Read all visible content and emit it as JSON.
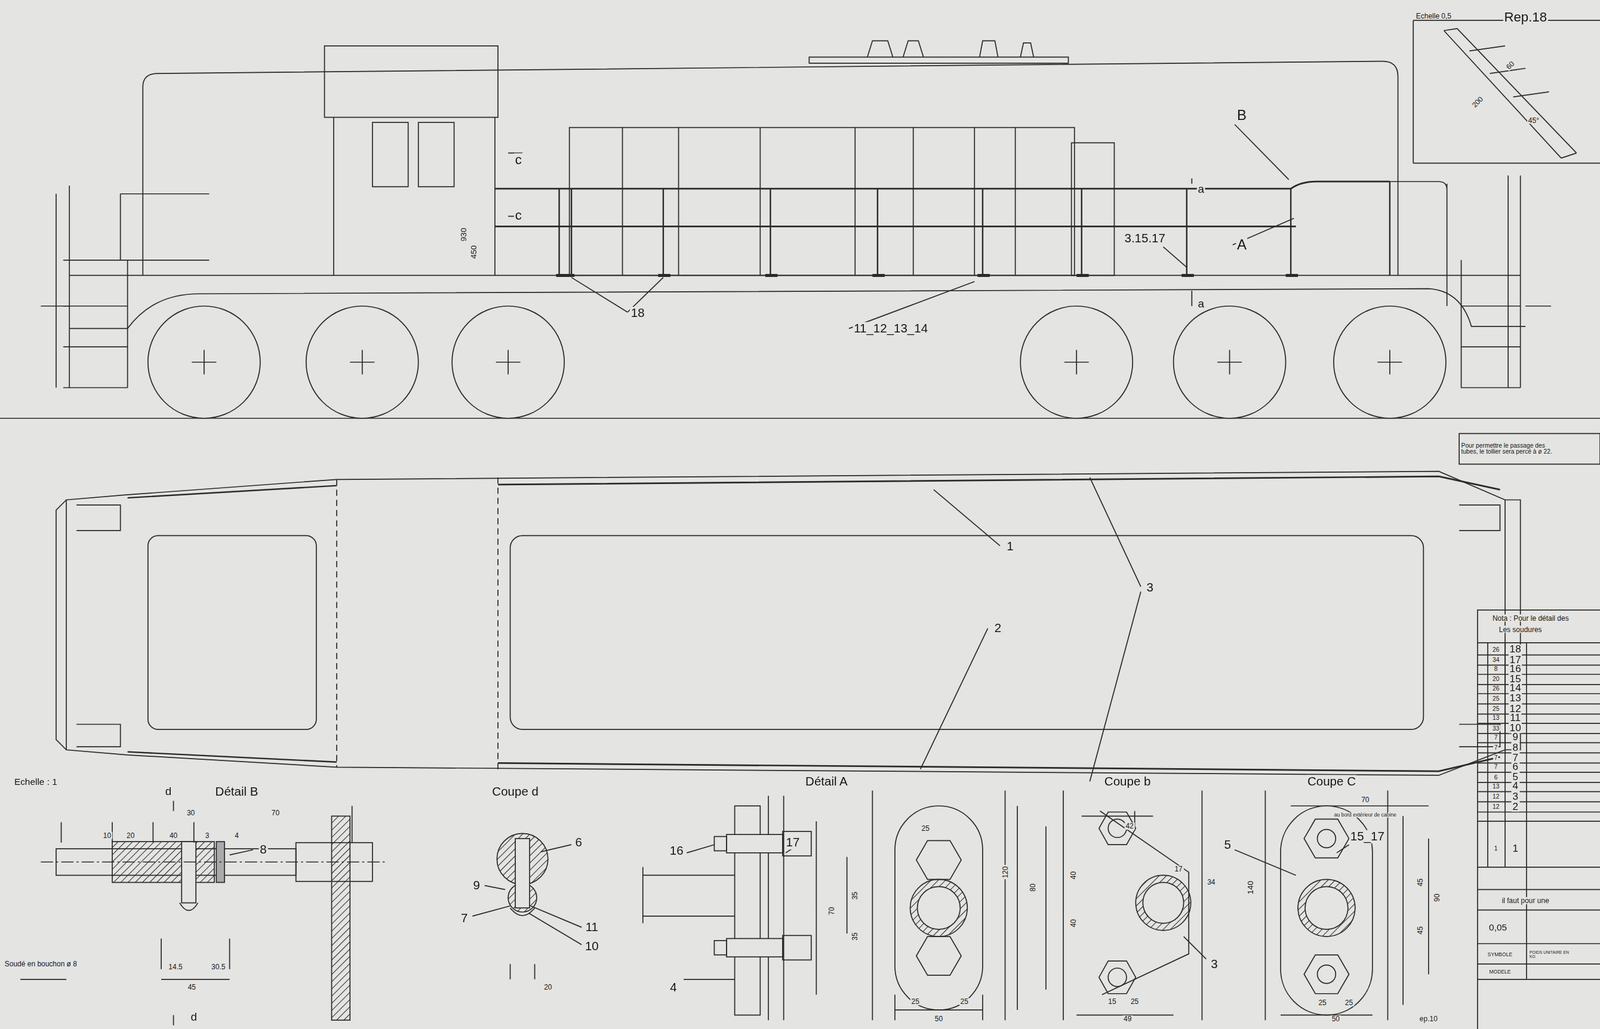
{
  "diagram": {
    "labels": [
      "Echelle 0,5",
      "Rep.18",
      "60",
      "200",
      "45°",
      "B",
      "a",
      "a",
      "c",
      "c",
      "930",
      "450",
      "3.15.17",
      "A",
      "18",
      "11_12_13_14",
      "Pour permettre le passage des tubes, le tollier sera percé à ø 22.",
      "1",
      "3",
      "2",
      "Nota : Pour le détail des",
      "Les soudures",
      "Echelle : 1",
      "Détail B",
      "d",
      "d",
      "30",
      "70",
      "10",
      "20",
      "40",
      "3",
      "4",
      "8",
      "Soudé en bouchon ø 8",
      "14.5",
      "30.5",
      "45",
      "Coupe d",
      "6",
      "9",
      "7",
      "11",
      "10",
      "20",
      "Détail A",
      "16",
      "17",
      "4",
      "70",
      "35",
      "35",
      "120",
      "80",
      "25",
      "50",
      "25",
      "25",
      "Coupe b",
      "42",
      "17",
      "40",
      "40",
      "34",
      "15",
      "25",
      "49",
      "3",
      "Coupe C",
      "70",
      "au bord extérieur de cabine",
      "5",
      "15_17",
      "140",
      "45",
      "90",
      "45",
      "25",
      "25",
      "50",
      "ep.10",
      "il faut pour une",
      "0,05",
      "SYMBOLE",
      "POIDS UNITAIRE EN KG",
      "MODELE",
      "26",
      "18",
      "34",
      "17",
      "8",
      "16",
      "20",
      "15",
      "26",
      "14",
      "25",
      "13",
      "25",
      "12",
      "13",
      "11",
      "33",
      "10",
      "7",
      "9",
      "7",
      "8",
      "7",
      "7",
      "7",
      "6",
      "6",
      "5",
      "13",
      "4",
      "12",
      "3",
      "12",
      "2",
      "1",
      "1"
    ]
  }
}
